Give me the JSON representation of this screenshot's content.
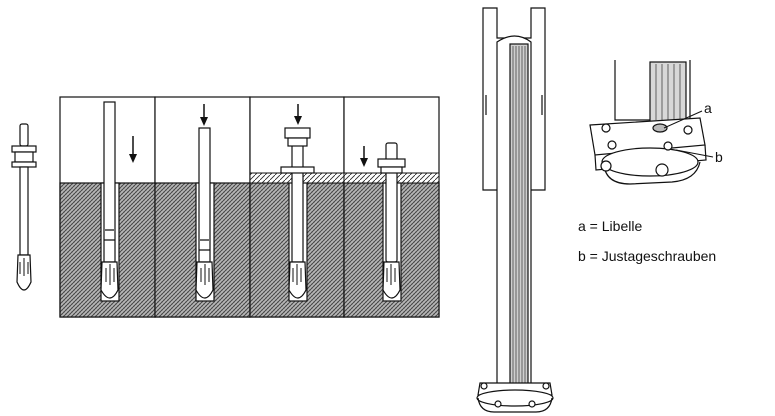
{
  "callouts": {
    "a": "a",
    "b": "b"
  },
  "legend": [
    {
      "key": "a",
      "separator": " = ",
      "text": "Libelle"
    },
    {
      "key": "b",
      "separator": " = ",
      "text": "Justageschrauben"
    }
  ],
  "colors": {
    "line": "#111111",
    "concrete_fill": "#9a9a9a",
    "background": "#ffffff"
  }
}
